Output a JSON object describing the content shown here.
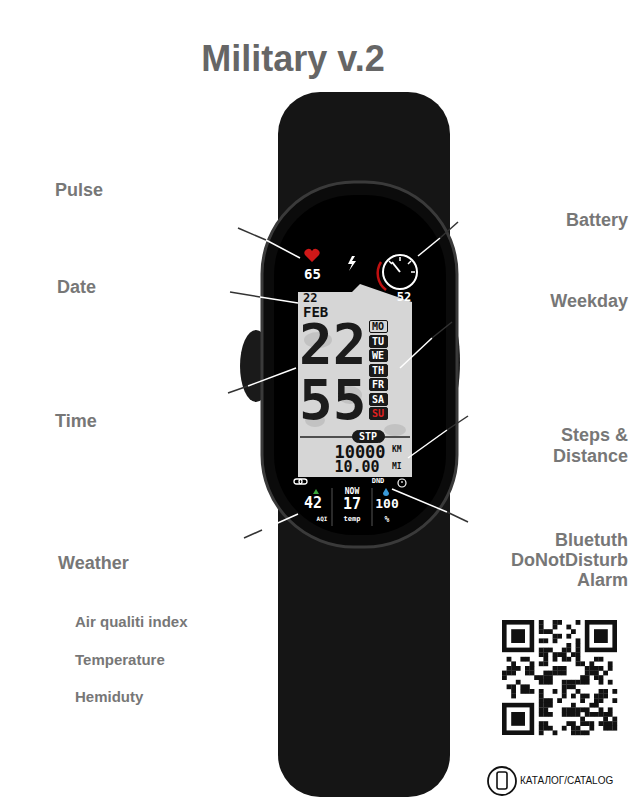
{
  "diagram": {
    "title": "Military v.2",
    "nodes": [
      {
        "text": [
          "MO"
        ]
      },
      {
        "text": [
          "TU"
        ]
      },
      {
        "text": [
          "WE"
        ]
      },
      {
        "text": [
          "TH"
        ]
      },
      {
        "text": [
          "FR"
        ]
      },
      {
        "text": [
          "SA"
        ]
      },
      {
        "text": [
          "SU"
        ]
      },
      {
        "text": [
          "STP"
        ]
      }
    ],
    "labels": [
      "Pulse",
      "Battery",
      "Date",
      "Weekday",
      "Time",
      "Steps & Distance",
      "Weather",
      "Bluetuth DoNotDisturb Alarm",
      "Air qualiti index",
      "Temperature",
      "Hemiduty",
      "КАТАЛОГ/CATALOG",
      "65",
      "52",
      "22",
      "FEB",
      "22",
      "55",
      "10000",
      "KM",
      "10.00",
      "MI",
      "DND",
      "NOW",
      "42",
      "AQI",
      "17",
      "temp",
      "100",
      "%"
    ]
  }
}
